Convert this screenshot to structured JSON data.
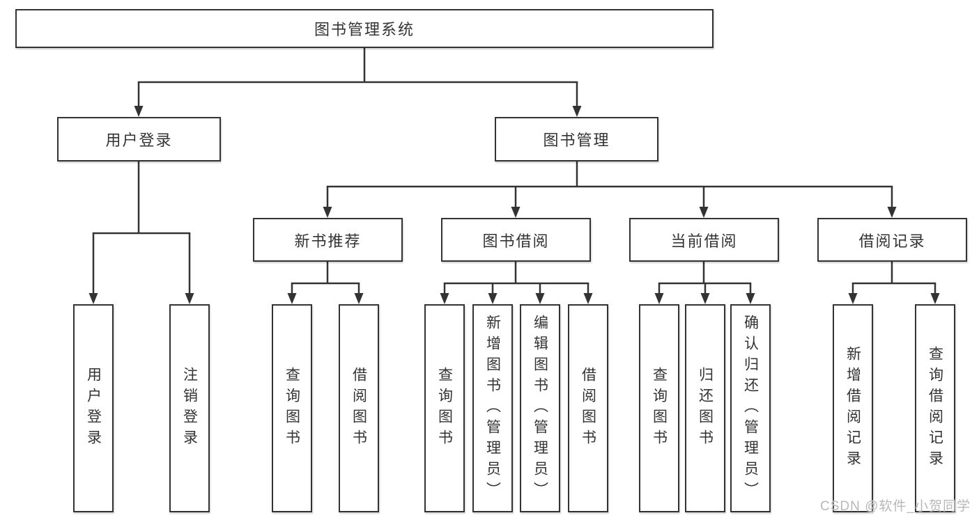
{
  "tree": {
    "root": {
      "label": "图书管理系统"
    },
    "user_login": {
      "label": "用户登录",
      "children": {
        "login": {
          "label": "用户登录"
        },
        "logout": {
          "label": "注销登录"
        }
      }
    },
    "book_mgmt": {
      "label": "图书管理",
      "sections": {
        "new_book_rec": {
          "label": "新书推荐",
          "children": {
            "query_books": {
              "label": "查询图书"
            },
            "borrow_books": {
              "label": "借阅图书"
            }
          }
        },
        "book_borrow": {
          "label": "图书借阅",
          "children": {
            "query_books": {
              "label": "查询图书"
            },
            "add_books": {
              "label": "新增图书（管理员）"
            },
            "edit_books": {
              "label": "编辑图书（管理员）"
            },
            "borrow_books": {
              "label": "借阅图书"
            }
          }
        },
        "current_borrow": {
          "label": "当前借阅",
          "children": {
            "query_books": {
              "label": "查询图书"
            },
            "return_books": {
              "label": "归还图书"
            },
            "confirm_return": {
              "label": "确认归还（管理员）"
            }
          }
        },
        "borrow_records": {
          "label": "借阅记录",
          "children": {
            "add_record": {
              "label": "新增借阅记录"
            },
            "query_record": {
              "label": "查询借阅记录"
            }
          }
        }
      }
    }
  },
  "watermark": {
    "text": "CSDN @软件_小贺同学"
  },
  "colors": {
    "line": "#333333",
    "box_border": "#333333",
    "box_fill": "#ffffff",
    "text": "#333333",
    "watermark": "#b8b8b8",
    "background": "#ffffff"
  }
}
